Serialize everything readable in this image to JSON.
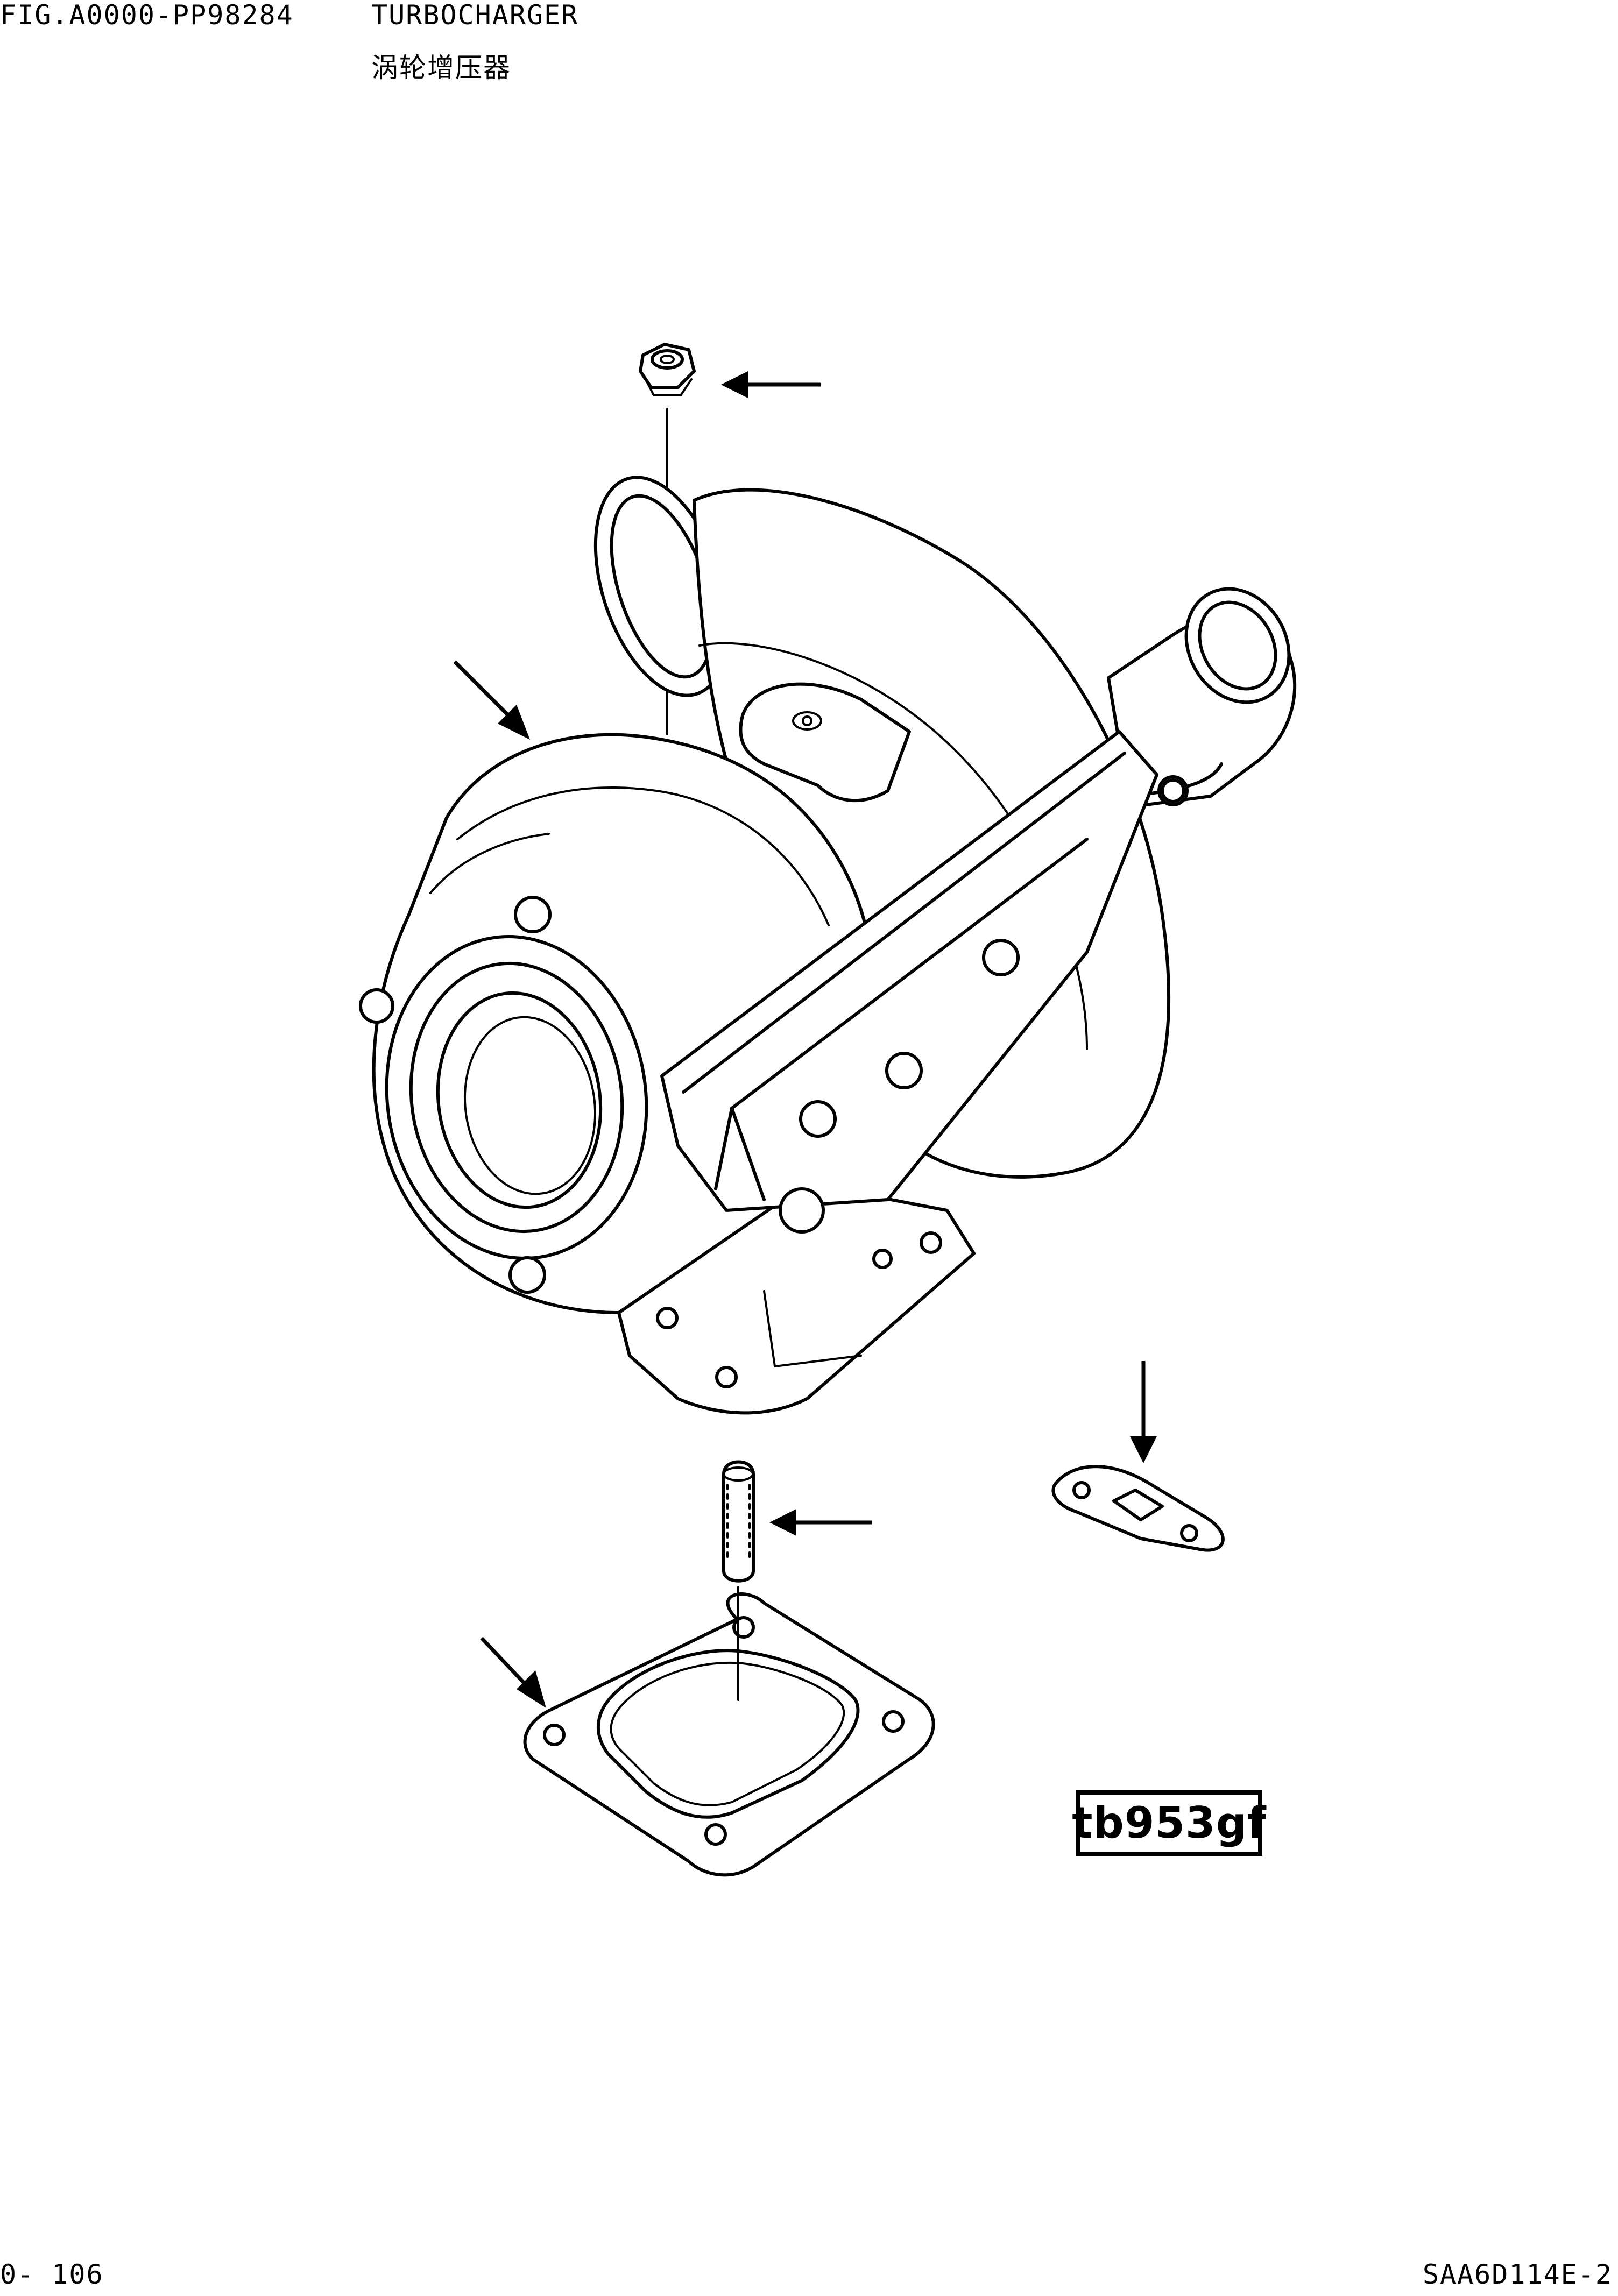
{
  "header": {
    "figure_number": "FIG.A0000-PP98284",
    "title_en": "TURBOCHARGER",
    "title_cn": "涡轮增压器"
  },
  "diagram": {
    "parts": [
      {
        "name": "nut",
        "icon": "hex-nut-icon"
      },
      {
        "name": "turbocharger-assembly",
        "icon": "turbocharger-icon"
      },
      {
        "name": "stud",
        "icon": "stud-icon"
      },
      {
        "name": "oil-gasket",
        "icon": "small-gasket-icon"
      },
      {
        "name": "exhaust-gasket",
        "icon": "square-gasket-icon"
      }
    ],
    "reference_code": "tb953gf"
  },
  "footer": {
    "page_number": "0- 106",
    "model_number": "SAA6D114E-2"
  }
}
